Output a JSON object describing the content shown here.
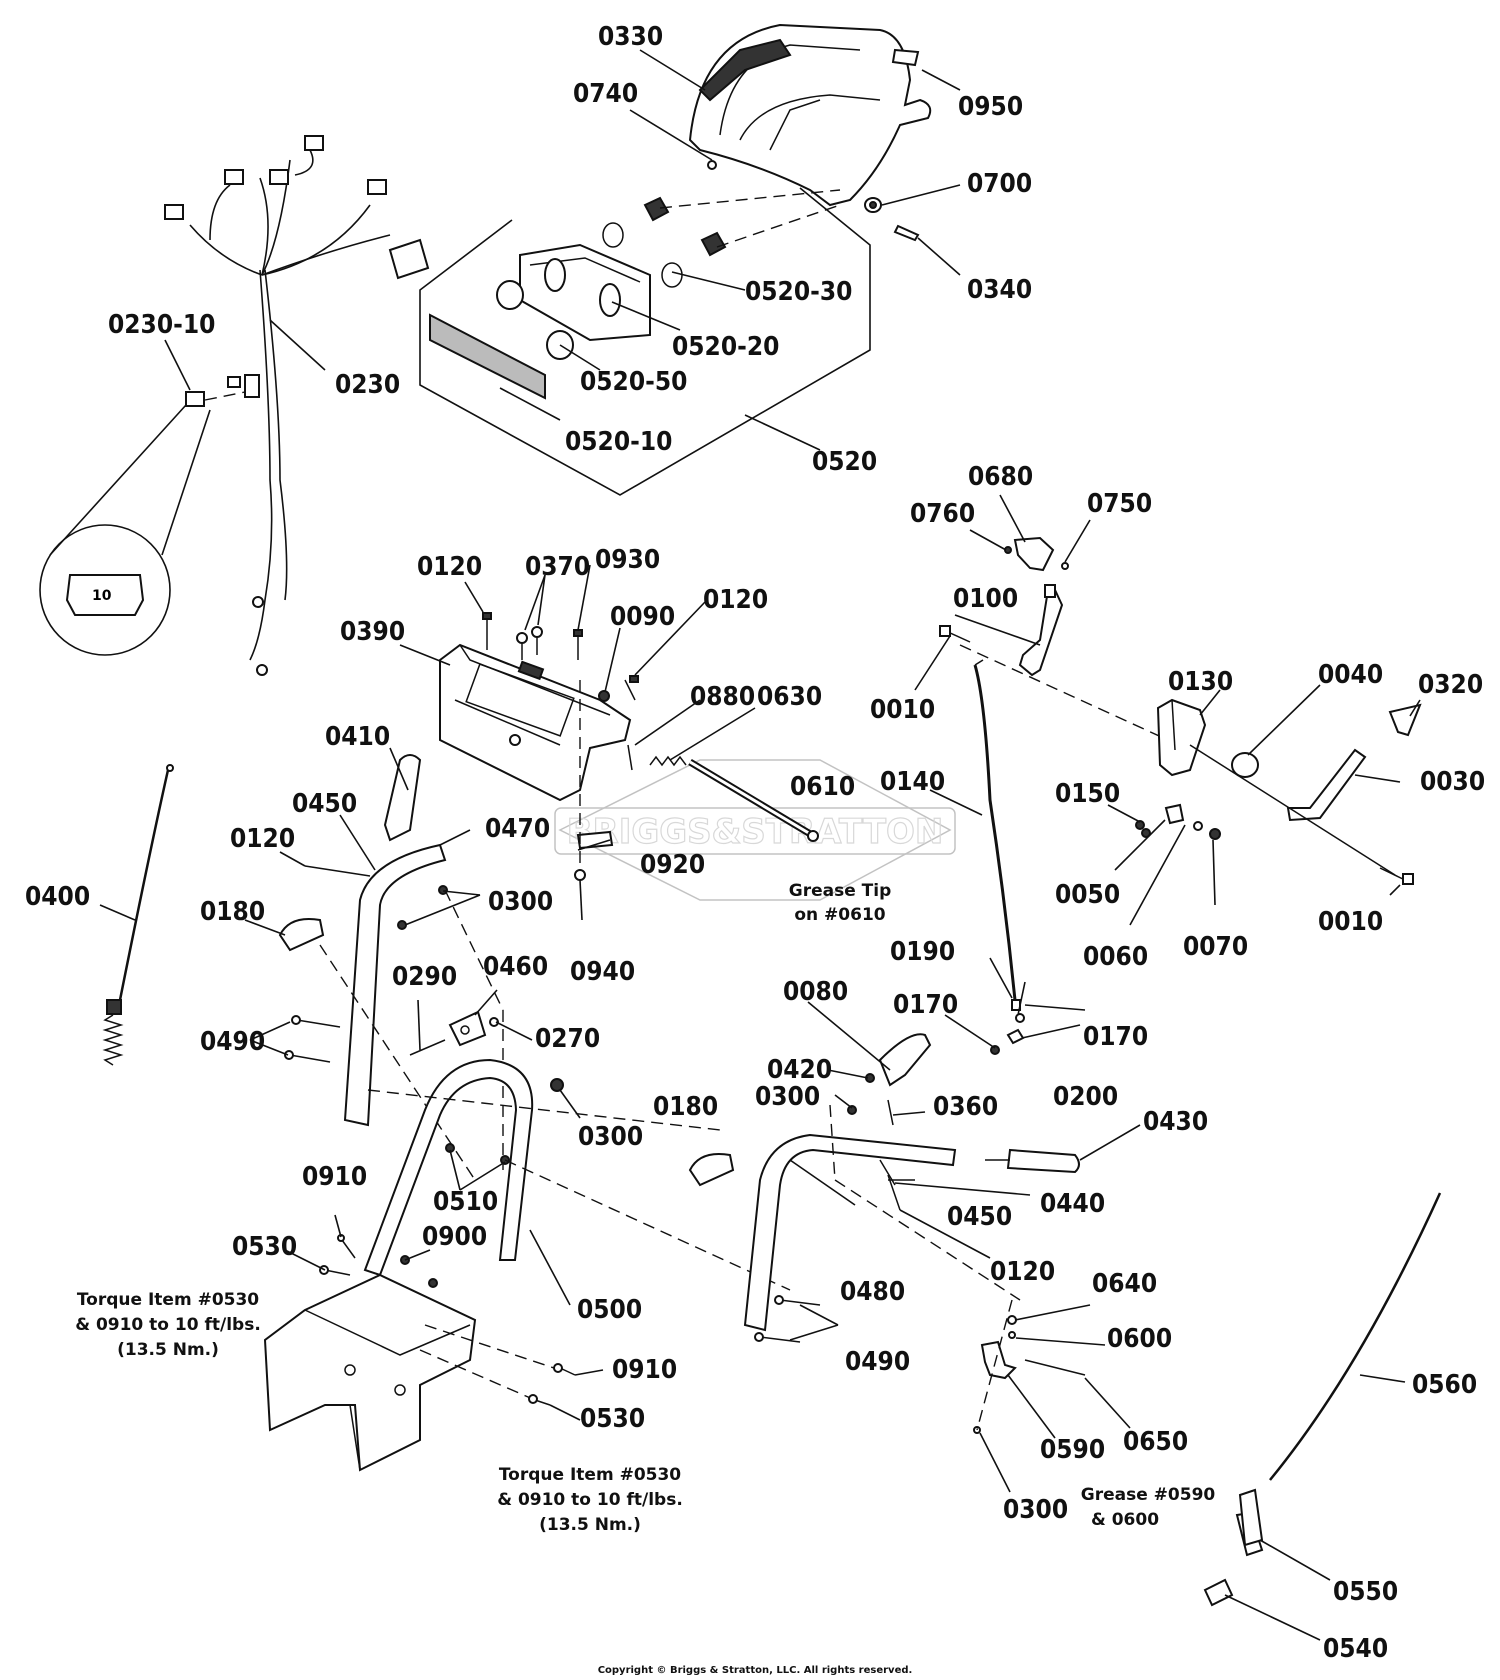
{
  "watermark": "BRIGGS&STRATTON",
  "fuse_rating": "10",
  "labels": {
    "p0330": "0330",
    "p0740": "0740",
    "p0950": "0950",
    "p0700": "0700",
    "p0340": "0340",
    "p0520_30": "0520-30",
    "p0520_20": "0520-20",
    "p0520_50": "0520-50",
    "p0520_10": "0520-10",
    "p0520": "0520",
    "p0230_10": "0230-10",
    "p0230": "0230",
    "p0120": "0120",
    "p0370": "0370",
    "p0930": "0930",
    "p0090": "0090",
    "p0390": "0390",
    "p0880": "0880",
    "p0630": "0630",
    "p0410": "0410",
    "p0610": "0610",
    "p0450": "0450",
    "p0470": "0470",
    "p0920": "0920",
    "p0300": "0300",
    "p0400": "0400",
    "p0180": "0180",
    "p0940": "0940",
    "p0290": "0290",
    "p0460": "0460",
    "p0270": "0270",
    "p0490": "0490",
    "p0910": "0910",
    "p0510": "0510",
    "p0530": "0530",
    "p0900": "0900",
    "p0500": "0500",
    "p0080": "0080",
    "p0420": "0420",
    "p0360": "0360",
    "p0430": "0430",
    "p0440": "0440",
    "p0480": "0480",
    "p0190": "0190",
    "p0170": "0170",
    "p0200": "0200",
    "p0140": "0140",
    "p0010": "0010",
    "p0100": "0100",
    "p0680": "0680",
    "p0760": "0760",
    "p0750": "0750",
    "p0130": "0130",
    "p0040": "0040",
    "p0320": "0320",
    "p0030": "0030",
    "p0150": "0150",
    "p0050": "0050",
    "p0060": "0060",
    "p0070": "0070",
    "p0640": "0640",
    "p0600": "0600",
    "p0590": "0590",
    "p0650": "0650",
    "p0560": "0560",
    "p0550": "0550",
    "p0540": "0540"
  },
  "notes": {
    "grease_tip": [
      "Grease Tip",
      "on #0610"
    ],
    "torque": [
      "Torque Item #0530",
      "& 0910 to 10 ft/lbs.",
      "(13.5 Nm.)"
    ],
    "grease_0590": [
      "Grease #0590",
      "& 0600"
    ]
  },
  "copyright": "Copyright © Briggs & Stratton, LLC. All rights reserved."
}
